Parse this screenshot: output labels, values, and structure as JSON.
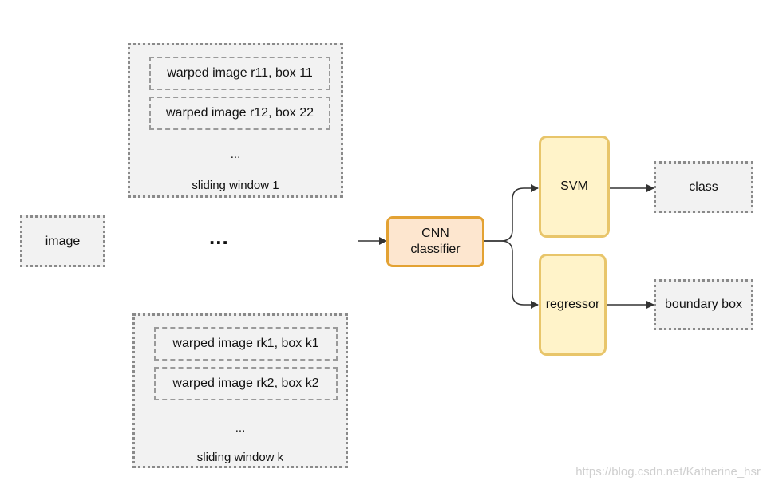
{
  "image_node": {
    "label": "image"
  },
  "ellipsis_middle": "...",
  "window_1": {
    "label": "sliding window 1",
    "items": [
      "warped image r11, box 11",
      "warped image r12, box 22"
    ],
    "more": "..."
  },
  "window_k": {
    "label": "sliding window k",
    "items": [
      "warped image rk1, box k1",
      "warped image rk2, box k2"
    ],
    "more": "..."
  },
  "cnn": {
    "line1": "CNN",
    "line2": "classifier"
  },
  "svm": {
    "label": "SVM"
  },
  "regressor": {
    "label": "regressor"
  },
  "class_out": {
    "label": "class"
  },
  "bbox_out": {
    "label": "boundary box"
  },
  "watermark": "https://blog.csdn.net/Katherine_hsr",
  "colors": {
    "cnn_fill": "#fde6cf",
    "cnn_stroke": "#e3a233",
    "svm_fill": "#fff3c9",
    "svm_stroke": "#e8c56a",
    "box_fill": "#f2f2f2",
    "arrow": "#333333"
  }
}
